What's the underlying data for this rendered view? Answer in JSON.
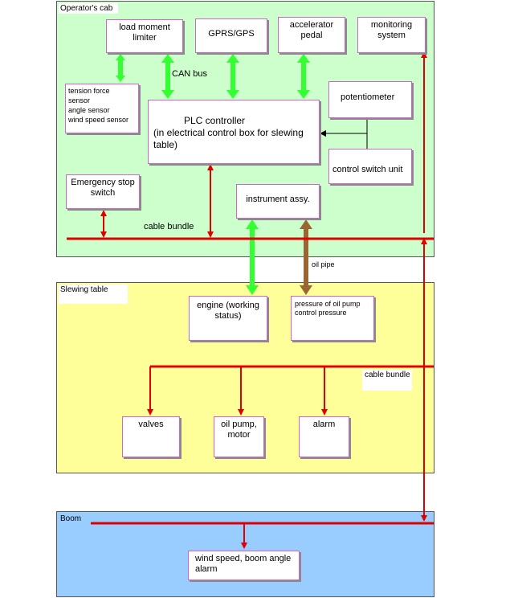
{
  "regions": {
    "cab": "Operator's cab",
    "slewing": "Slewing table",
    "boom": "Boom"
  },
  "boxes": {
    "load_moment_limiter": "load moment limiter",
    "gprs": "GPRS/GPS",
    "accelerator_pedal": "accelerator pedal",
    "monitoring_system": "monitoring system",
    "sensors": [
      "tension force",
      "sensor",
      "angle sensor",
      "wind speed sensor"
    ],
    "plc": [
      "PLC controller",
      "(in electrical control box for slewing",
      "table)"
    ],
    "potentiometer": "potentiometer",
    "control_switch_unit": "control switch unit",
    "emergency_stop": "Emergency stop switch",
    "instrument_assy": "instrument assy.",
    "engine": "engine (working status)",
    "oil_pump_pressure": "pressure of oil pump control pressure",
    "valves": "valves",
    "oil_pump_motor": "oil pump, motor",
    "alarm": "alarm",
    "wind_speed_alarm": "wind speed, boom angle alarm"
  },
  "labels": {
    "can_bus": "CAN bus",
    "cable_bundle_cab": "cable bundle",
    "oil_pipe": "oil pipe",
    "cable_bundle_slewing": "cable bundle"
  },
  "colors": {
    "cab_bg": "#ccffcc",
    "slewing_bg": "#ffff99",
    "boom_bg": "#99ccff",
    "red_line": "#e00000",
    "green_arrow": "#33ff33",
    "brown_arrow": "#996633",
    "box_border": "#cc66cc"
  }
}
